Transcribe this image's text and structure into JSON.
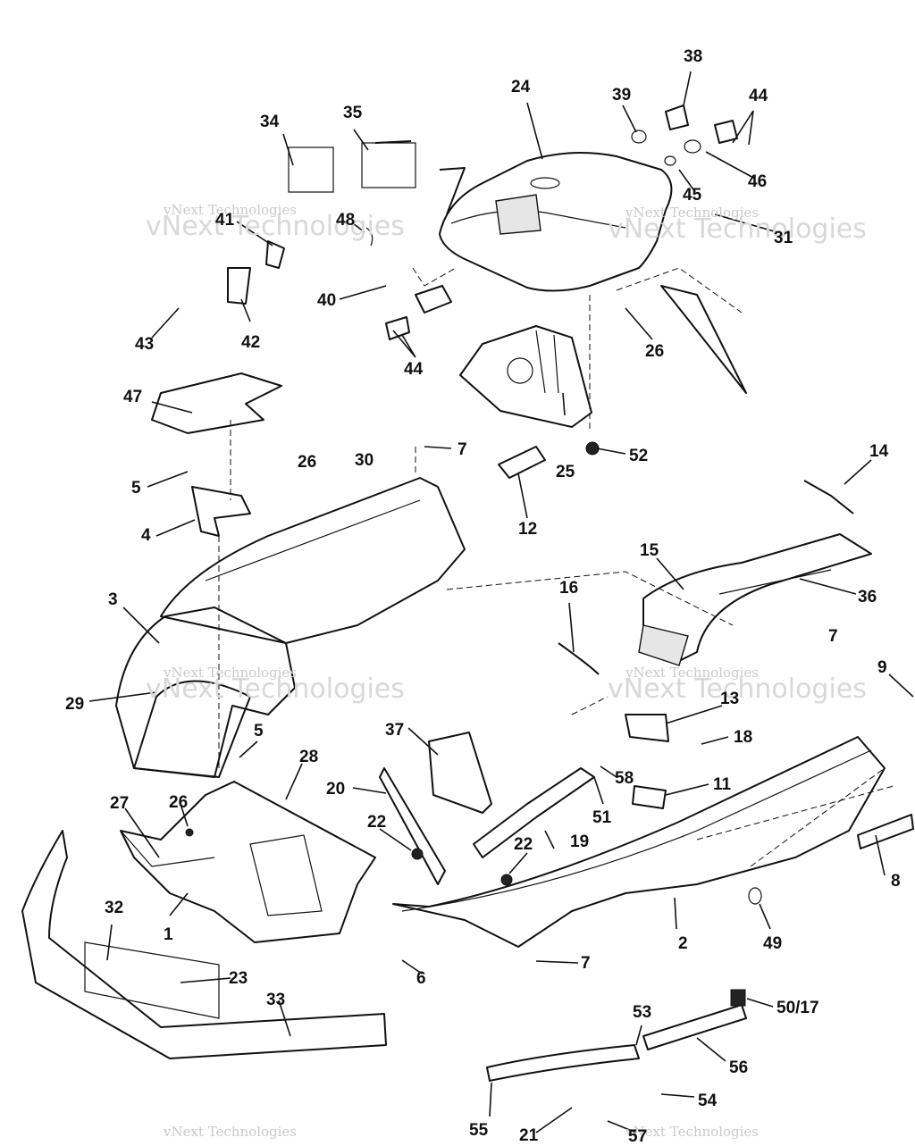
{
  "watermark": {
    "line1": "vNext Technologies",
    "line2": "vNext Technologies"
  },
  "labels": {
    "p1": "1",
    "p2": "2",
    "p3": "3",
    "p4": "4",
    "p5a": "5",
    "p5b": "5",
    "p6": "6",
    "p7a": "7",
    "p7b": "7",
    "p7c": "7",
    "p8": "8",
    "p9": "9",
    "p11": "11",
    "p12": "12",
    "p13": "13",
    "p14": "14",
    "p15": "15",
    "p16": "16",
    "p18": "18",
    "p19": "19",
    "p20": "20",
    "p21": "21",
    "p22a": "22",
    "p22b": "22",
    "p23": "23",
    "p24": "24",
    "p25": "25",
    "p26a": "26",
    "p26b": "26",
    "p26c": "26",
    "p27": "27",
    "p28": "28",
    "p29": "29",
    "p30": "30",
    "p31": "31",
    "p32": "32",
    "p33": "33",
    "p34": "34",
    "p35": "35",
    "p36": "36",
    "p37": "37",
    "p38": "38",
    "p39": "39",
    "p40": "40",
    "p41": "41",
    "p42": "42",
    "p43": "43",
    "p44a": "44",
    "p44b": "44",
    "p45": "45",
    "p46": "46",
    "p47": "47",
    "p48": "48",
    "p49": "49",
    "p5017": "50/17",
    "p51": "51",
    "p52": "52",
    "p53": "53",
    "p54": "54",
    "p55": "55",
    "p56": "56",
    "p57": "57",
    "p58": "58"
  }
}
